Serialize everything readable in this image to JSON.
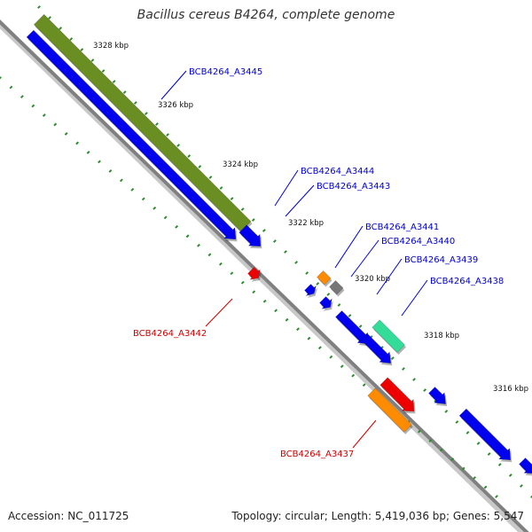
{
  "title": "Bacillus cereus B4264, complete genome",
  "footer": {
    "accession": "Accession: NC_011725",
    "topology": "Topology: circular; Length: 5,419,036 bp; Genes: 5,547"
  },
  "colors": {
    "backbone": "#808080",
    "ticks": "#2e8b2e",
    "forward_label": "#0000cc",
    "reverse_label": "#cc0000",
    "gene_blue": "#0000ee",
    "gene_olive": "#6b8e23",
    "gene_orange": "#ff8c00",
    "gene_gray": "#777777",
    "gene_teal": "#33dd99",
    "gene_red": "#ee0000"
  },
  "map": {
    "scale_labels": [
      "3328 kbp",
      "3326 kbp",
      "3324 kbp",
      "3322 kbp",
      "3320 kbp",
      "3318 kbp",
      "3316 kbp"
    ],
    "gene_labels": [
      {
        "text": "BCB4264_A3445",
        "strand": "forward"
      },
      {
        "text": "BCB4264_A3444",
        "strand": "forward"
      },
      {
        "text": "BCB4264_A3443",
        "strand": "forward"
      },
      {
        "text": "BCB4264_A3441",
        "strand": "forward"
      },
      {
        "text": "BCB4264_A3440",
        "strand": "forward"
      },
      {
        "text": "BCB4264_A3439",
        "strand": "forward"
      },
      {
        "text": "BCB4264_A3438",
        "strand": "forward"
      },
      {
        "text": "BCB4264_A3442",
        "strand": "reverse"
      },
      {
        "text": "BCB4264_A3437",
        "strand": "reverse"
      }
    ]
  }
}
